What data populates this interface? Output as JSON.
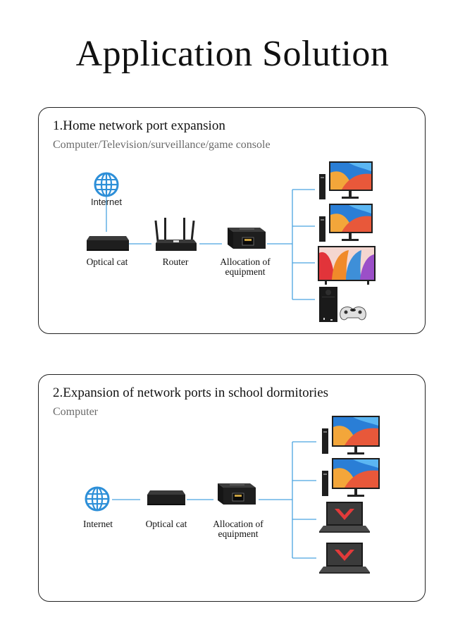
{
  "title": "Application Solution",
  "panel1": {
    "title": "1.Home network port expansion",
    "subtitle": "Computer/Television/surveillance/game console",
    "internet_label": "Internet",
    "optical_label": "Optical cat",
    "router_label": "Router",
    "allocation_label_line1": "Allocation of",
    "allocation_label_line2": "equipment",
    "devices": [
      "desktop-computer",
      "desktop-computer",
      "television",
      "game-console"
    ]
  },
  "panel2": {
    "title": "2.Expansion of network ports in school dormitories",
    "subtitle": "Computer",
    "internet_label": "Internet",
    "optical_label": "Optical cat",
    "allocation_label_line1": "Allocation of",
    "allocation_label_line2": "equipment",
    "devices": [
      "desktop-computer",
      "desktop-computer",
      "laptop",
      "laptop"
    ]
  },
  "colors": {
    "line": "#4aa3e0",
    "globe": "#2d8fd8",
    "device_body": "#1e1e1e"
  }
}
